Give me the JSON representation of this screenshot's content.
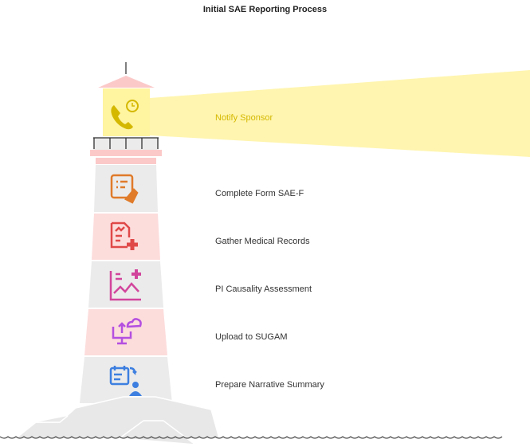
{
  "title": "Initial SAE Reporting Process",
  "beam_step": {
    "label": "Notify Sponsor",
    "icon": "phone-clock-icon",
    "color": "#d4b800"
  },
  "steps": [
    {
      "label": "Complete Form SAE-F",
      "icon": "form-edit-icon",
      "color": "#e07b2a"
    },
    {
      "label": "Gather Medical Records",
      "icon": "medical-document-icon",
      "color": "#e04848"
    },
    {
      "label": "PI Causality Assessment",
      "icon": "chart-plus-icon",
      "color": "#d2459c"
    },
    {
      "label": "Upload to SUGAM",
      "icon": "cloud-upload-icon",
      "color": "#b44fe0"
    },
    {
      "label": "Prepare Narrative Summary",
      "icon": "calendar-person-icon",
      "color": "#3d7fe0"
    }
  ]
}
